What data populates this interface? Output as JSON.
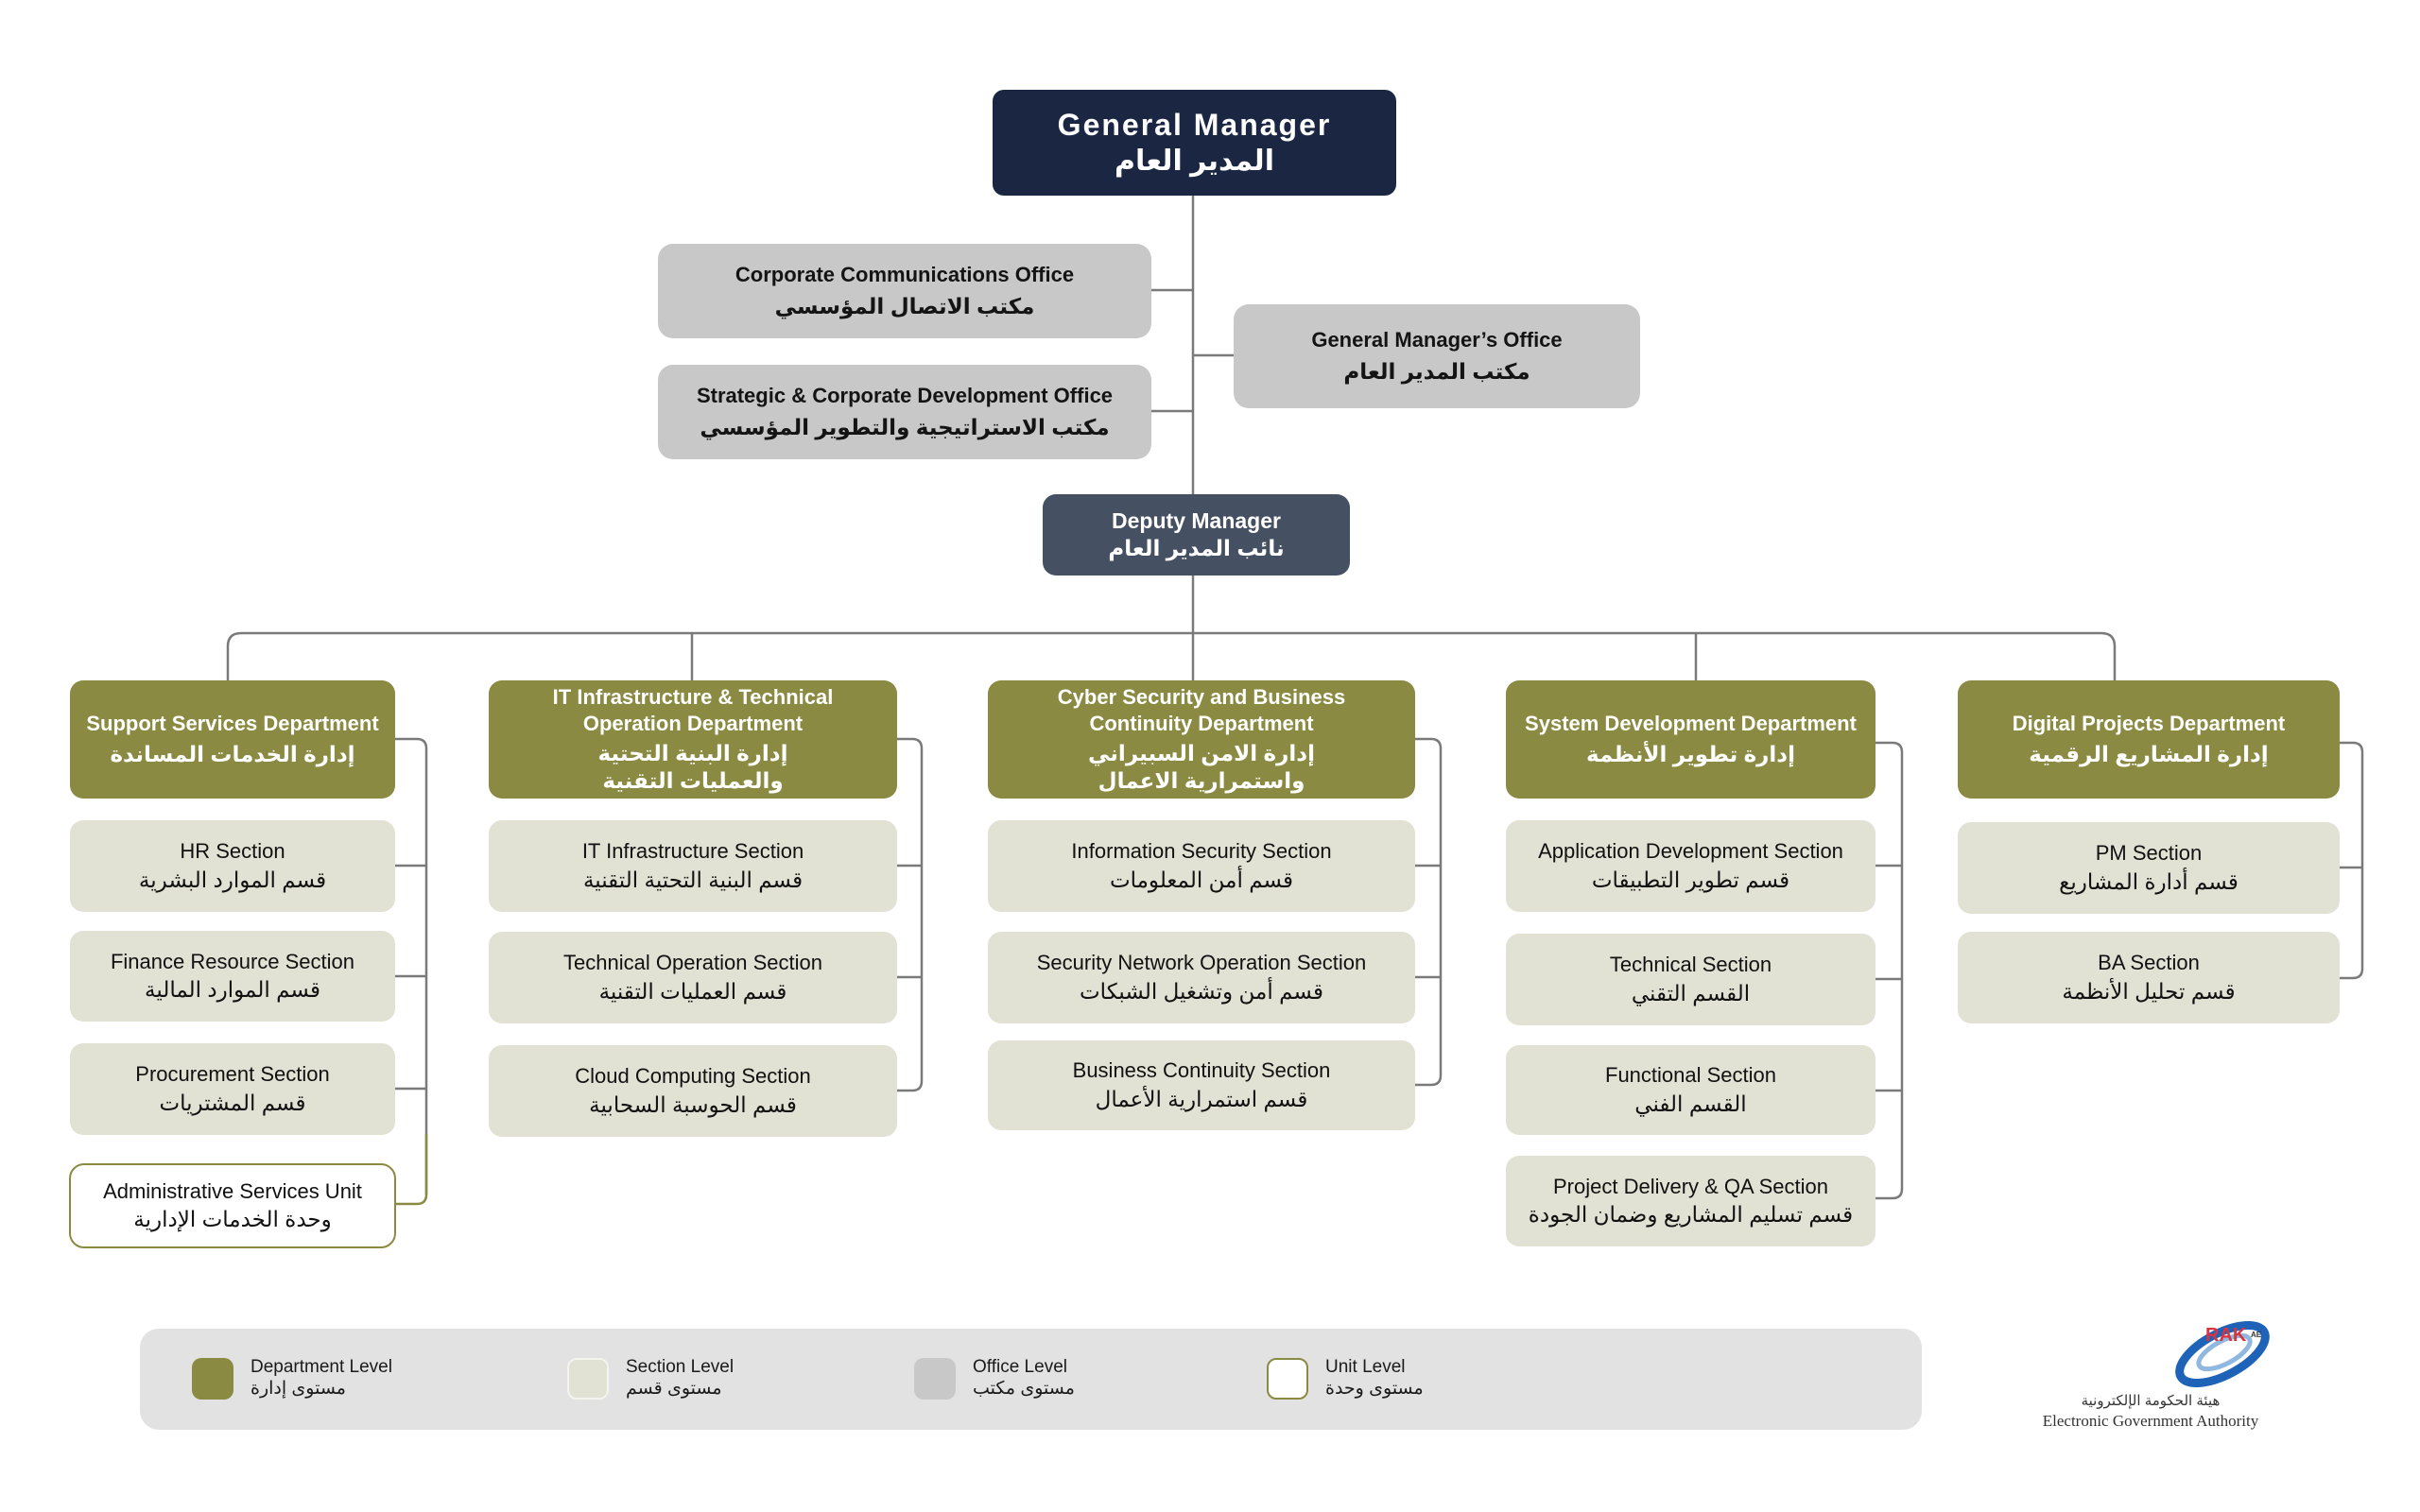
{
  "general_manager": {
    "en": "General Manager",
    "ar": "المدير العام"
  },
  "offices": [
    {
      "en": "Corporate Communications Office",
      "ar": "مكتب الاتصال المؤسسي"
    },
    {
      "en": "Strategic & Corporate Development Office",
      "ar": "مكتب الاستراتيجية والتطوير المؤسسي"
    },
    {
      "en": "General Manager’s Office",
      "ar": "مكتب المدير العام"
    }
  ],
  "deputy_manager": {
    "en": "Deputy Manager",
    "ar": "نائب المدير العام"
  },
  "departments": [
    {
      "en": "Support Services Department",
      "ar": "إدارة الخدمات المساندة",
      "sections": [
        {
          "en": "HR Section",
          "ar": "قسم الموارد البشرية"
        },
        {
          "en": "Finance Resource Section",
          "ar": "قسم الموارد المالية"
        },
        {
          "en": "Procurement Section",
          "ar": "قسم المشتريات"
        }
      ],
      "units": [
        {
          "en": "Administrative Services Unit",
          "ar": "وحدة الخدمات الإدارية"
        }
      ]
    },
    {
      "en": "IT Infrastructure & Technical Operation Department",
      "ar": "إدارة البنية التحتية والعمليات التقنية",
      "sections": [
        {
          "en": "IT Infrastructure Section",
          "ar": "قسم البنية التحتية التقنية"
        },
        {
          "en": "Technical Operation Section",
          "ar": "قسم العمليات التقنية"
        },
        {
          "en": "Cloud Computing Section",
          "ar": "قسم الحوسبة السحابية"
        }
      ]
    },
    {
      "en": "Cyber Security and Business Continuity Department",
      "ar": "إدارة الامن السبيراني واستمرارية الاعمال",
      "sections": [
        {
          "en": "Information Security Section",
          "ar": "قسم أمن المعلومات"
        },
        {
          "en": "Security Network Operation Section",
          "ar": "قسم أمن وتشغيل الشبكات"
        },
        {
          "en": "Business Continuity Section",
          "ar": "قسم استمرارية الأعمال"
        }
      ]
    },
    {
      "en": "System Development Department",
      "ar": "إدارة  تطوير الأنظمة",
      "sections": [
        {
          "en": "Application Development Section",
          "ar": "قسم تطوير التطبيقات"
        },
        {
          "en": "Technical Section",
          "ar": "القسم التقني"
        },
        {
          "en": "Functional Section",
          "ar": "القسم الفني"
        },
        {
          "en": "Project Delivery & QA Section",
          "ar": "قسم تسليم المشاريع وضمان الجودة"
        }
      ]
    },
    {
      "en": "Digital Projects Department",
      "ar": "إدارة المشاريع الرقمية",
      "sections": [
        {
          "en": "PM Section",
          "ar": "قسم أدارة المشاريع"
        },
        {
          "en": "BA Section",
          "ar": "قسم تحليل الأنظمة"
        }
      ]
    }
  ],
  "legend": [
    {
      "en": "Department Level",
      "ar": "مستوى إدارة",
      "color": "#8a8a42"
    },
    {
      "en": "Section Level",
      "ar": "مستوى قسم",
      "color": "#e1e1d4"
    },
    {
      "en": "Office Level",
      "ar": "مستوى مكتب",
      "color": "#c8c8c8"
    },
    {
      "en": "Unit Level",
      "ar": "مستوى وحدة",
      "color": "#ffffff"
    }
  ],
  "logo": {
    "mark": "RAK",
    "mark_suffix": "AE",
    "ar": "هيئة الحكومة الإلكترونية",
    "en": "Electronic Government Authority"
  },
  "colors": {
    "gm": "#1b2742",
    "deputy": "#465063",
    "department": "#8a8a42",
    "section": "#e1e1d4",
    "office": "#c8c8c8",
    "connector": "#7a7a7a",
    "unit_border": "#8a8a42"
  }
}
